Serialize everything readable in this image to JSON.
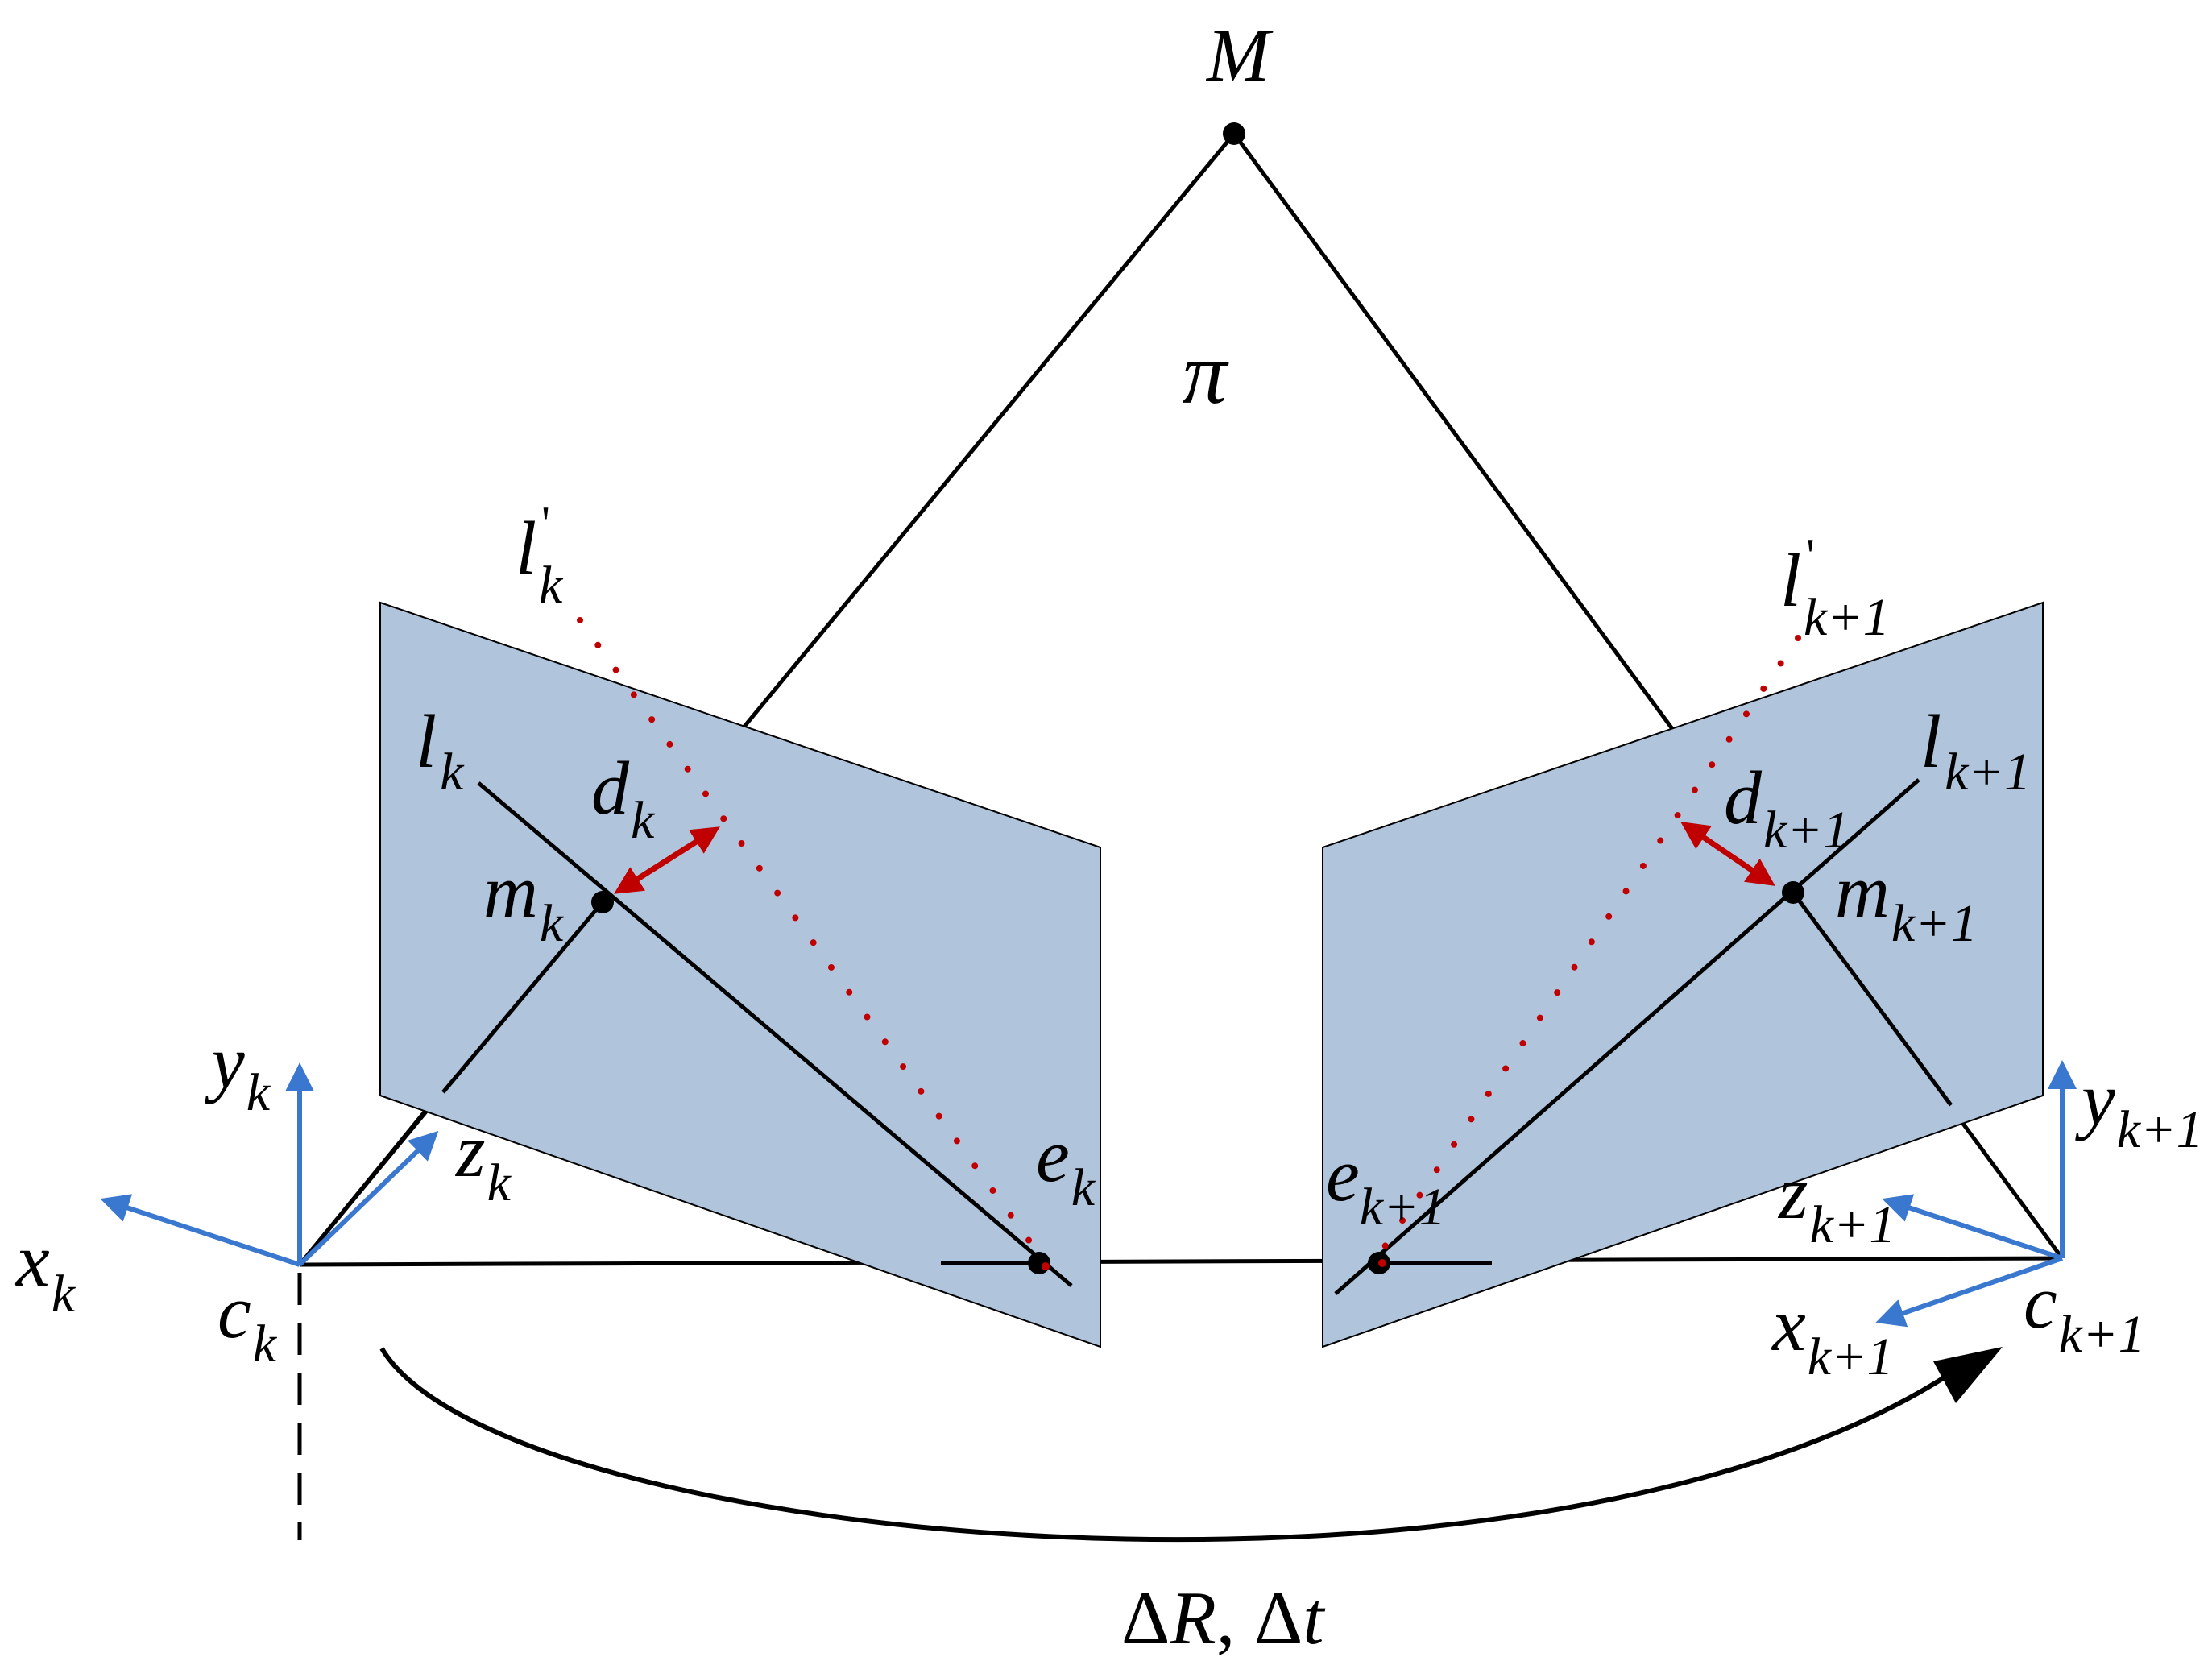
{
  "colors": {
    "plane_fill": "#b0c4dc",
    "plane_stroke": "#000000",
    "line": "#000000",
    "axis": "#3a78d0",
    "epipolar": "#c00000",
    "distance_arrow": "#c00000"
  },
  "labels": {
    "M": "M",
    "pi": "π",
    "l_prime_k": {
      "base": "l",
      "prime": "'",
      "sub": "k"
    },
    "l_prime_k1": {
      "base": "l",
      "prime": "'",
      "sub": "k+1"
    },
    "l_k": {
      "base": "l",
      "sub": "k"
    },
    "l_k1": {
      "base": "l",
      "sub": "k+1"
    },
    "d_k": {
      "base": "d",
      "sub": "k"
    },
    "d_k1": {
      "base": "d",
      "sub": "k+1"
    },
    "m_k": {
      "base": "m",
      "sub": "k"
    },
    "m_k1": {
      "base": "m",
      "sub": "k+1"
    },
    "e_k": {
      "base": "e",
      "sub": "k"
    },
    "e_k1": {
      "base": "e",
      "sub": "k+1"
    },
    "y_k": {
      "base": "y",
      "sub": "k"
    },
    "y_k1": {
      "base": "y",
      "sub": "k+1"
    },
    "z_k": {
      "base": "z",
      "sub": "k"
    },
    "z_k1": {
      "base": "z",
      "sub": "k+1"
    },
    "x_k": {
      "base": "x",
      "sub": "k"
    },
    "x_k1": {
      "base": "x",
      "sub": "k+1"
    },
    "c_k": {
      "base": "c",
      "sub": "k"
    },
    "c_k1": {
      "base": "c",
      "sub": "k+1"
    },
    "motion": {
      "d1": "Δ",
      "R": "R",
      "comma": ", ",
      "d2": "Δ",
      "t": "t"
    }
  }
}
